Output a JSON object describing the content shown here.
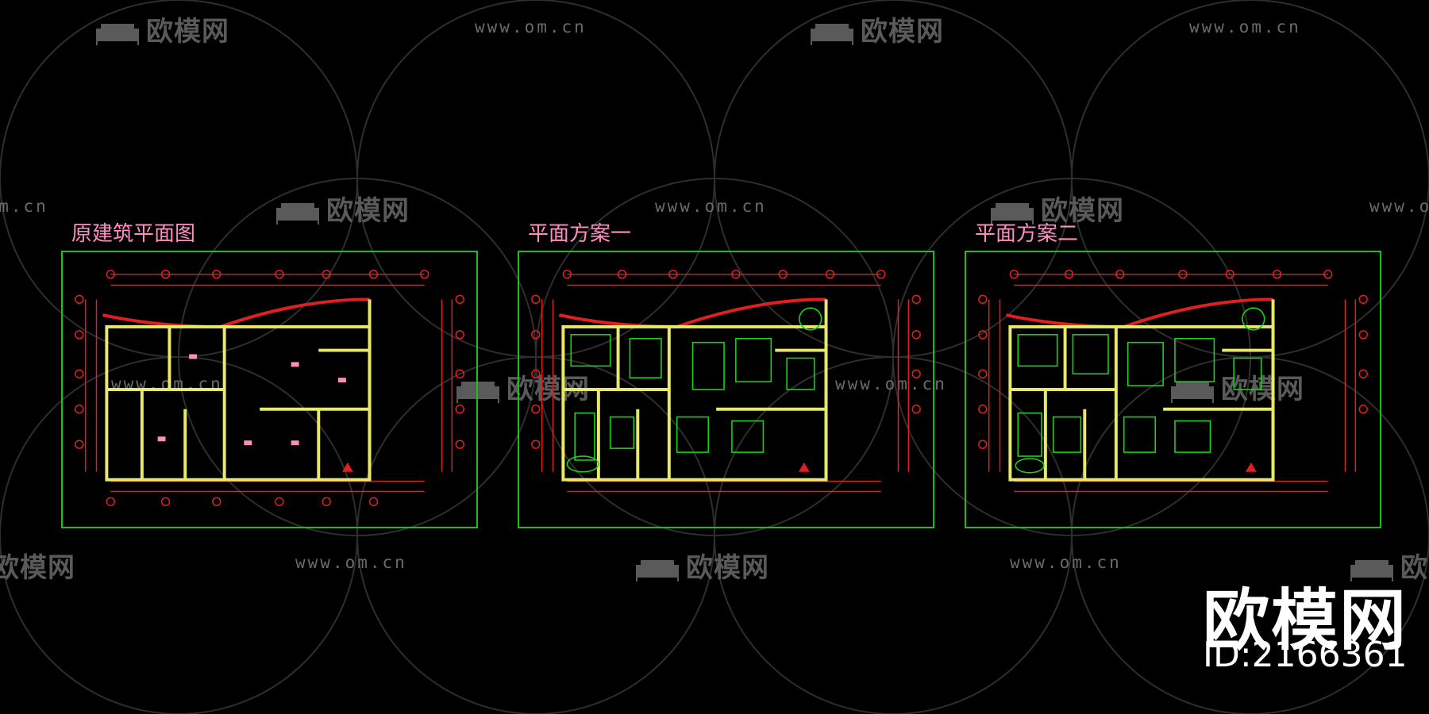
{
  "watermark": {
    "logo_text": "欧模网",
    "url_text": "www.om.cn"
  },
  "plans": [
    {
      "title": "原建筑平面图"
    },
    {
      "title": "平面方案一"
    },
    {
      "title": "平面方案二"
    }
  ],
  "brand": {
    "name": "欧模网",
    "id_text": "ID:2166361"
  },
  "colors": {
    "frame": "#19c21a",
    "title": "#ff8ec0",
    "wall": "#e8e86a",
    "dimension": "#e02020",
    "furniture": "#19d21a",
    "watermark": "#5a5a5a"
  }
}
